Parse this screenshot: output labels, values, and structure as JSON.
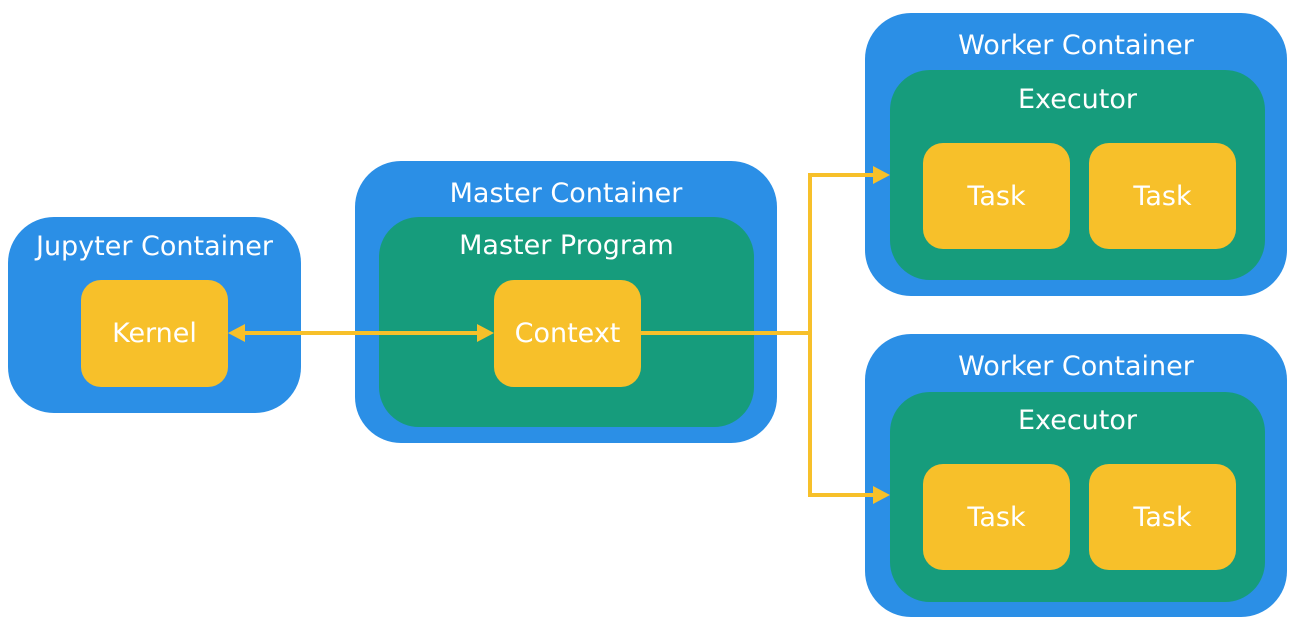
{
  "jupyter": {
    "title": "Jupyter Container",
    "kernel": "Kernel"
  },
  "master": {
    "title": "Master Container",
    "program": "Master Program",
    "context": "Context"
  },
  "workers": [
    {
      "title": "Worker Container",
      "executor": "Executor",
      "tasks": [
        "Task",
        "Task"
      ]
    },
    {
      "title": "Worker Container",
      "executor": "Executor",
      "tasks": [
        "Task",
        "Task"
      ]
    }
  ],
  "colors": {
    "container": "#2b8fe6",
    "program": "#169c7c",
    "node": "#f7c02a",
    "connector": "#f7c02a",
    "text": "#ffffff"
  }
}
